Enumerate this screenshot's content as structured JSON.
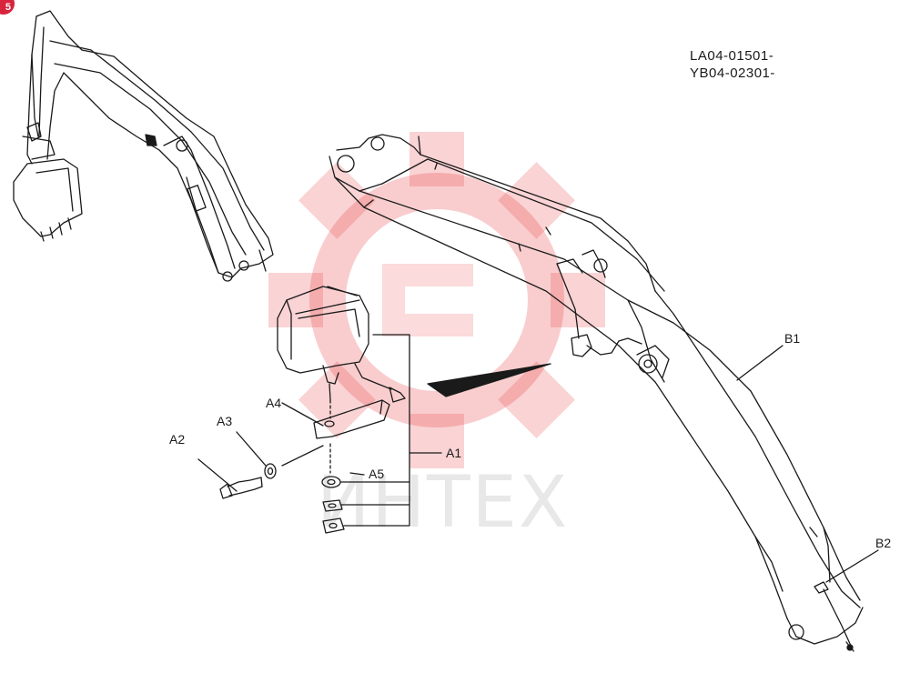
{
  "serials": [
    "LA04-01501-",
    "YB04-02301-"
  ],
  "callouts": {
    "a1": "A1",
    "a2": "A2",
    "a3": "A3",
    "a4": "A4",
    "a5": "A5",
    "b1": "B1",
    "b2": "B2"
  },
  "watermark": {
    "text": "ИНТЕХ",
    "color": "#e8383a"
  },
  "badge": {
    "text": "5",
    "color": "#d8243c"
  }
}
